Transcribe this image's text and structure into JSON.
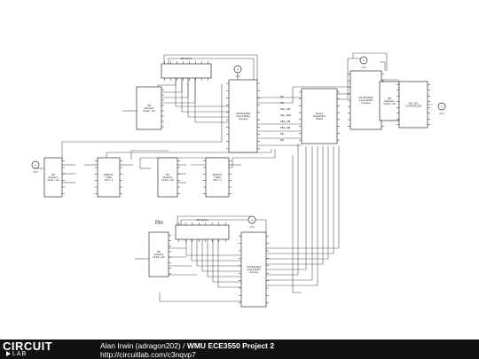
{
  "diagram": {
    "chips": [
      {
        "id": "sw-top",
        "label": "DIP Switch"
      },
      {
        "id": "res-left-top",
        "label": "SIP\nResistors\n10 kΩ × 4/4"
      },
      {
        "id": "pb-top",
        "label": "CD74HC4543\n4-Input Buffer\nInverting"
      },
      {
        "id": "mcu",
        "label": "Atmel 4\nMegaAVR 3\nAVR16"
      },
      {
        "id": "pb-right",
        "label": "CD74HC4543\n4-Input Buffer\nInverting"
      },
      {
        "id": "res-right",
        "label": "SIP\nResistors\n10 kΩ × 4/4"
      },
      {
        "id": "disp",
        "label": "SN7 LED\nCONTROLLER"
      },
      {
        "id": "res-mid-l",
        "label": "SIP\nResistors\n10 kΩ × 4/4"
      },
      {
        "id": "led-mid-l",
        "label": "DISPLAY\n7-SEG\nSN7 × 4"
      },
      {
        "id": "res-mid-r",
        "label": "SIP\nResistors\n10 kΩ × 4/4"
      },
      {
        "id": "led-mid-r",
        "label": "DISPLAY\n7-SEG\nSN7 × 4"
      },
      {
        "id": "sw-bot",
        "label": "DIP Switch"
      },
      {
        "id": "res-bot",
        "label": "SIP\nResistors\n10 kΩ × 4/4"
      },
      {
        "id": "pb-bot",
        "label": "CD74HC4543\n4-Input Buffer\nInverting"
      }
    ],
    "mcu_pins": [
      "PB_",
      "PB_",
      "SEL_LSB",
      "SEL_MSB",
      "PB0_LSB",
      "PB3_LSB",
      "PB_",
      "PB"
    ],
    "pin_label": "Pin",
    "sources": [
      "+5 V",
      "+5 V",
      "+5 V",
      "+5 V",
      "+5 V"
    ]
  },
  "footer": {
    "logo_top": "CIRCUIT",
    "logo_bottom": "LAB",
    "author": "Alan Irwin (adragon202)",
    "separator": " / ",
    "title": "WMU ECE3550 Project 2",
    "url": "http://circuitlab.com/c3nqvp7"
  }
}
